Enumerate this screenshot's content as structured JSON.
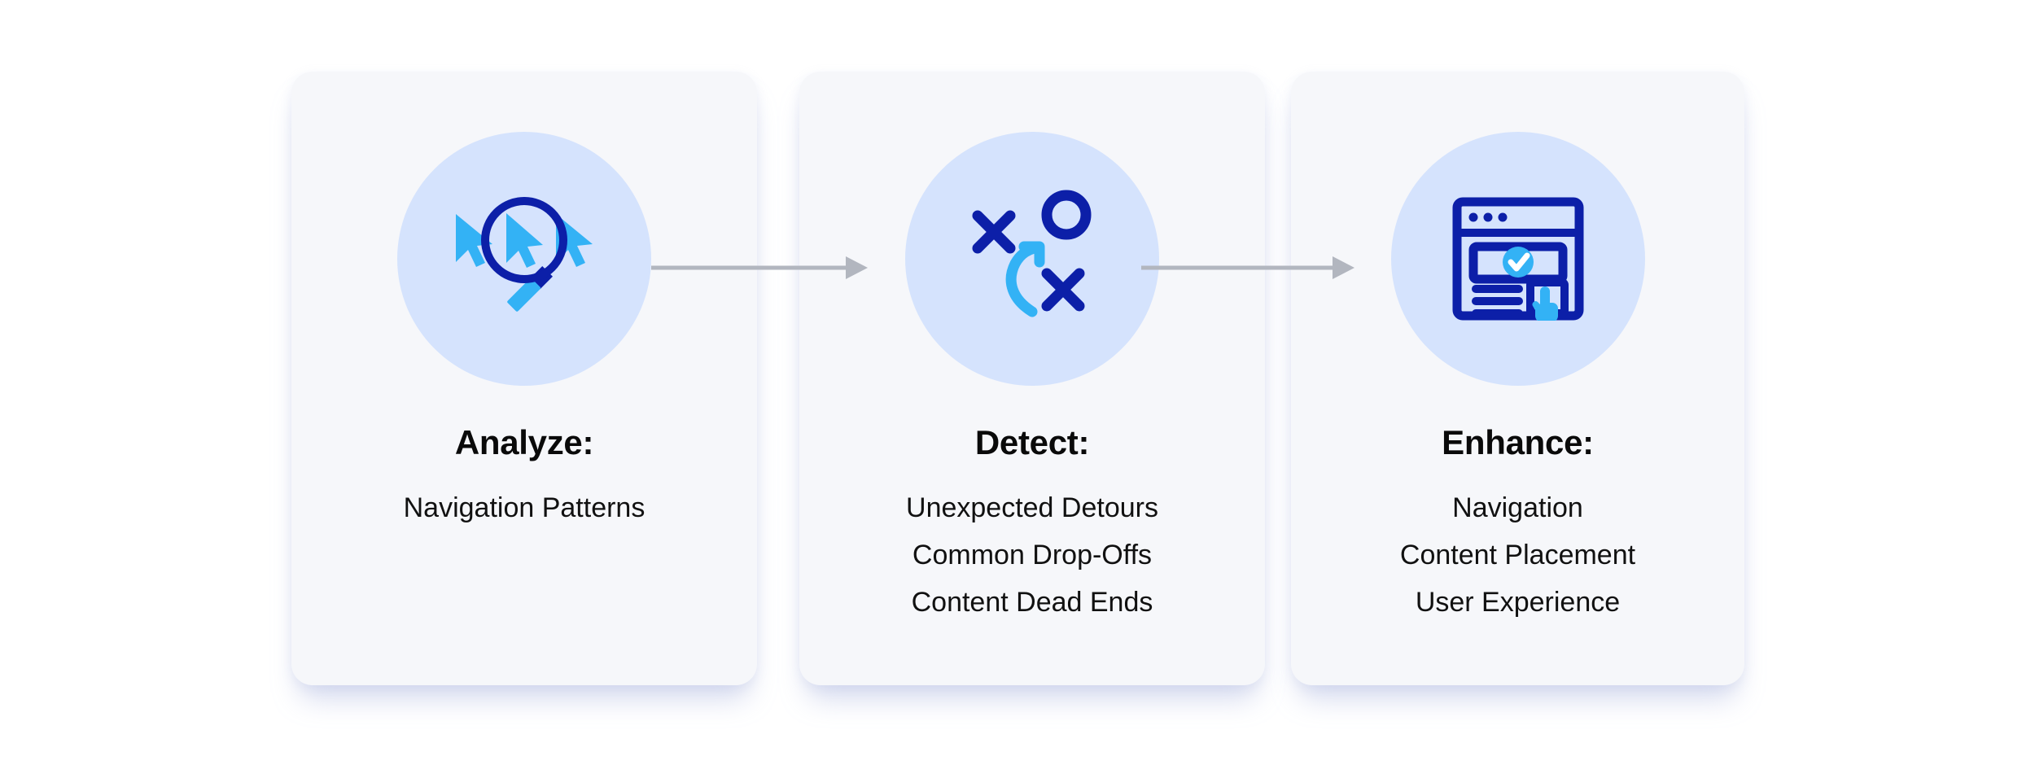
{
  "page": {
    "background_color": "#ffffff",
    "layout": "three-step horizontal process flow"
  },
  "theme": {
    "card_background": "#f6f7fa",
    "icon_circle_background": "#d5e3fd",
    "navy_accent": "#0c1fa8",
    "light_blue_accent": "#33b2f5",
    "connector_color": "#b2b6bf",
    "title_color": "#0a0a0a",
    "body_text_color": "#111111"
  },
  "flow": {
    "steps": [
      {
        "id": "analyze",
        "icon": "magnifier-cursors-icon",
        "title": "Analyze:",
        "lines": [
          "Navigation Patterns"
        ]
      },
      {
        "id": "detect",
        "icon": "strategy-xo-arrow-icon",
        "title": "Detect:",
        "lines": [
          "Unexpected Detours",
          "Common Drop-Offs",
          "Content Dead Ends"
        ]
      },
      {
        "id": "enhance",
        "icon": "browser-window-check-click-icon",
        "title": "Enhance:",
        "lines": [
          "Navigation",
          "Content Placement",
          "User Experience"
        ]
      }
    ],
    "connectors": [
      {
        "id": "connector-analyze-to-detect",
        "icon": "arrow-right-icon"
      },
      {
        "id": "connector-detect-to-enhance",
        "icon": "arrow-right-icon"
      }
    ]
  }
}
